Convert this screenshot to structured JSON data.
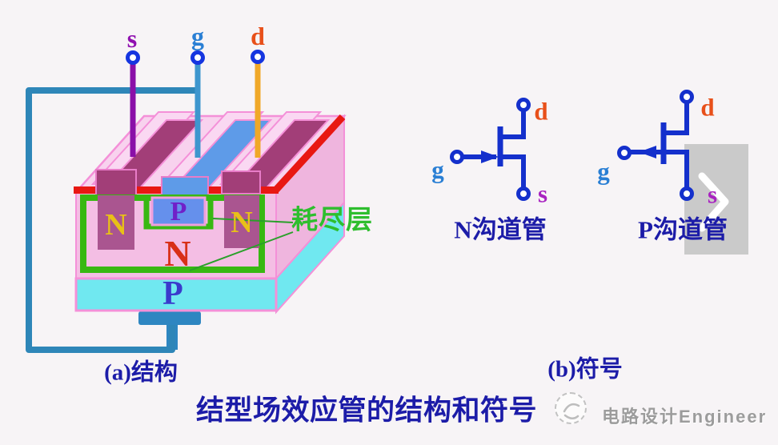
{
  "title": {
    "text": "结型场效应管的结构和符号"
  },
  "structure": {
    "caption": "(a)结构",
    "terminal_s": "s",
    "terminal_g": "g",
    "terminal_d": "d",
    "region_n_left": "N",
    "region_p_top": "P",
    "region_n_right": "N",
    "region_n_channel": "N",
    "region_p_substrate": "P",
    "depletion_label": "耗尽层"
  },
  "symbols": {
    "caption": "(b)符号",
    "n_channel": {
      "label": "N沟道管",
      "d": "d",
      "g": "g",
      "s": "s"
    },
    "p_channel": {
      "label": "P沟道管",
      "d": "d",
      "g": "g",
      "s": "s"
    }
  },
  "overlay": {
    "icon": "next-chevron"
  },
  "watermark": {
    "text": "电路设计Engineer"
  },
  "colors": {
    "background": "#F7F4F6",
    "navy_text": "#1C1CA8",
    "symbol_blue": "#1430CC",
    "terminal_blue": "#1535E0",
    "wire_s_purple": "#8A0FA8",
    "wire_g_blue": "#3E96CE",
    "wire_d_orange": "#F0A828",
    "loop_blue": "#2E86B8",
    "tab_blue": "#2E86C1",
    "red_stripe": "#E81812",
    "green_border": "#38B812",
    "depletion_green": "#2EBE2E",
    "maroon_bar": "#A23E78",
    "maroon_region": "#AA5590",
    "blue_bar": "#5E9BE8",
    "blue_region": "#6590EC",
    "cyan_substrate": "#70E8F0",
    "pink_front": "#F4BEE4",
    "pink_top": "#F8D2EE",
    "pink_top2": "#FAD8F2",
    "pink_side": "#EFB5DE",
    "pink_line": "#F490D8",
    "label_s": "#9010B0",
    "label_g": "#2A7FD4",
    "label_d": "#E8501A",
    "label_s2": "#A822C0",
    "label_n_yellow": "#E8C018",
    "label_p_purple": "#7020C8",
    "label_n_red": "#D83018",
    "label_p_blue": "#3A3ACC",
    "watermark_gray": "#9C9C9C",
    "overlay_gray": "#C7C7C7"
  }
}
